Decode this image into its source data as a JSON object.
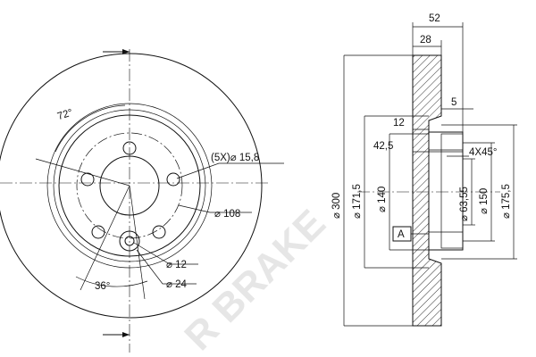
{
  "watermark": {
    "text": "R BRAKE"
  },
  "front_view": {
    "angle_top": "72°",
    "angle_bottom": "36°",
    "bolt_holes": "(5X)⌀ 15,8",
    "pcd": "⌀ 108",
    "hole_small": "⌀ 12",
    "hole_large": "⌀ 24"
  },
  "side_view": {
    "width_total": "52",
    "width_hat": "28",
    "offset_5": "5",
    "offset_12": "12",
    "depth_42_5": "42,5",
    "chamfer": "4X45°",
    "datum": "A",
    "d_outer": "⌀ 300",
    "d_171_5": "⌀ 171,5",
    "d_140": "⌀ 140",
    "d_63_55": "⌀ 63,55",
    "d_150": "⌀ 150",
    "d_175_5": "⌀ 175,5"
  }
}
